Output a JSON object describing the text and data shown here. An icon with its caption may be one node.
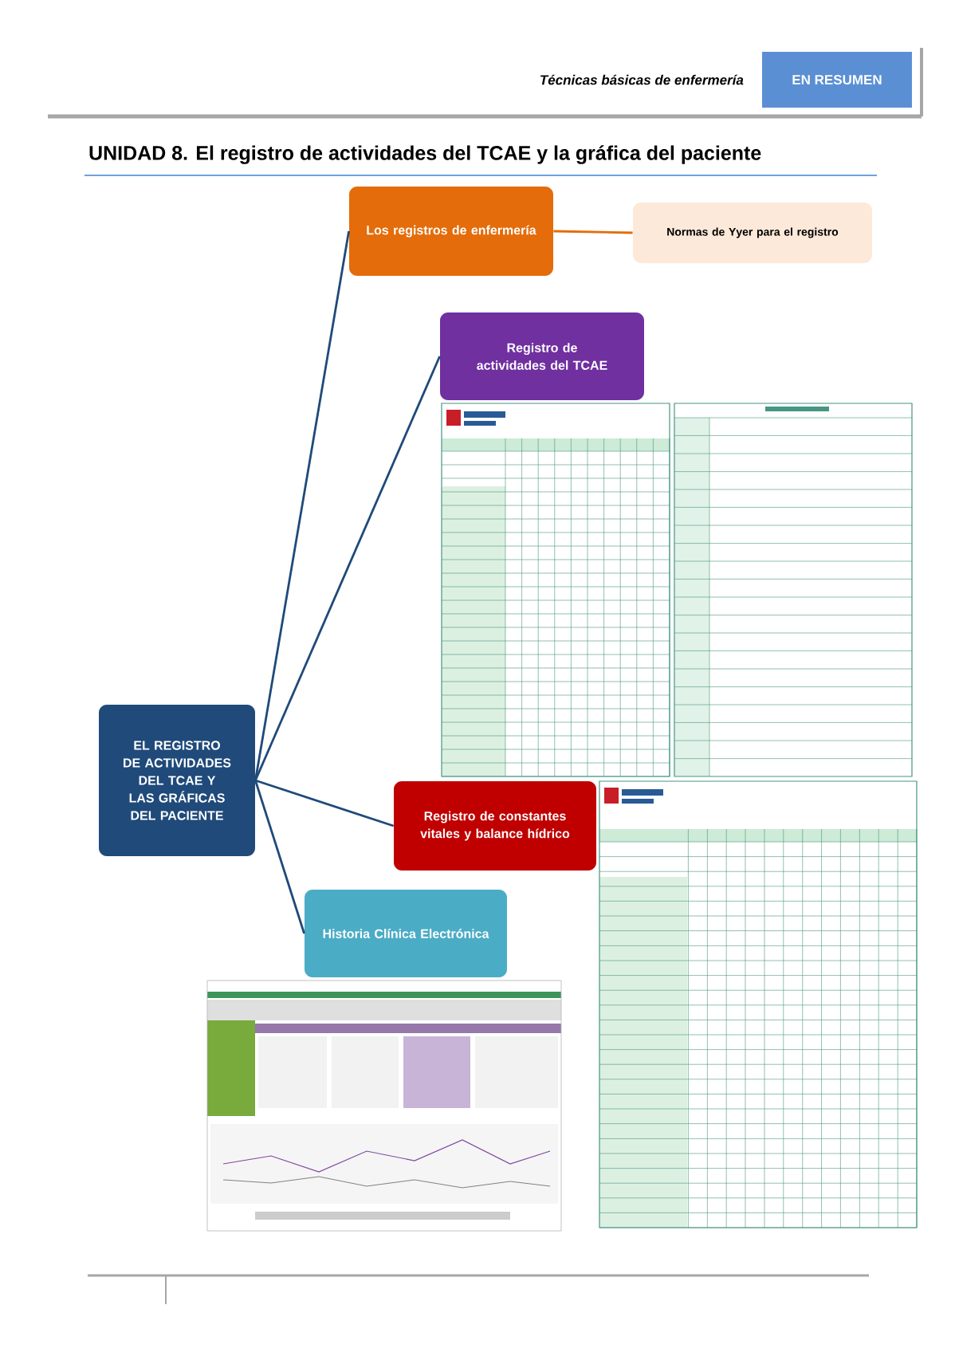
{
  "diagram": {
    "title": "UNIDAD 8. El registro de actividades del TCAE y la gráfica del paciente",
    "nodes": [
      {
        "text": [
          "EL REGISTRO DE ACTIVIDADES DEL TCAE Y LAS GRÁFICAS DEL PACIENTE"
        ]
      },
      {
        "text": [
          "Los registros de enfermería"
        ]
      },
      {
        "text": [
          "Normas de Yyer para el registro"
        ]
      },
      {
        "text": [
          "Registro de actividades del TCAE"
        ]
      },
      {
        "text": [
          "Registro de constantes vitales y balance hídrico"
        ]
      },
      {
        "text": [
          "Historia Clínica Electrónica"
        ]
      }
    ],
    "edges": [
      {
        "from": 0,
        "to": 1,
        "arrow": "none"
      },
      {
        "from": 0,
        "to": 3,
        "arrow": "none"
      },
      {
        "from": 0,
        "to": 4,
        "arrow": "none"
      },
      {
        "from": 0,
        "to": 5,
        "arrow": "none"
      },
      {
        "from": 1,
        "to": 2,
        "arrow": "none",
        "color": "#e46c0a"
      }
    ],
    "labels": [
      "Técnicas básicas de enfermería",
      "EN RESUMEN"
    ]
  }
}
